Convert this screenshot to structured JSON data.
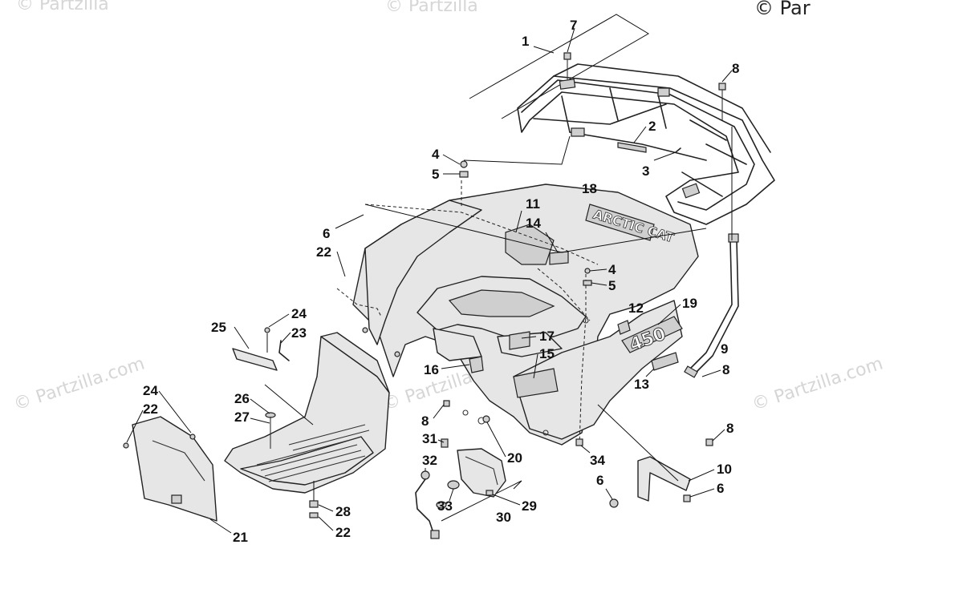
{
  "watermark": {
    "top_left": "© Partzilla",
    "top_mid": "© Partzilla",
    "top_right": "© Par",
    "mid_left": "© Partzilla.com",
    "mid_center": "© Partzilla.com",
    "mid_right": "© Partzilla.com"
  },
  "decals": {
    "brand": "ARCTIC CAT",
    "model": "450"
  },
  "callouts": [
    "1",
    "2",
    "3",
    "4",
    "5",
    "6",
    "7",
    "8",
    "9",
    "10",
    "11",
    "12",
    "13",
    "14",
    "15",
    "16",
    "17",
    "18",
    "19",
    "20",
    "21",
    "22",
    "23",
    "24",
    "25",
    "26",
    "27",
    "28",
    "29",
    "30",
    "31",
    "32",
    "33",
    "34"
  ]
}
